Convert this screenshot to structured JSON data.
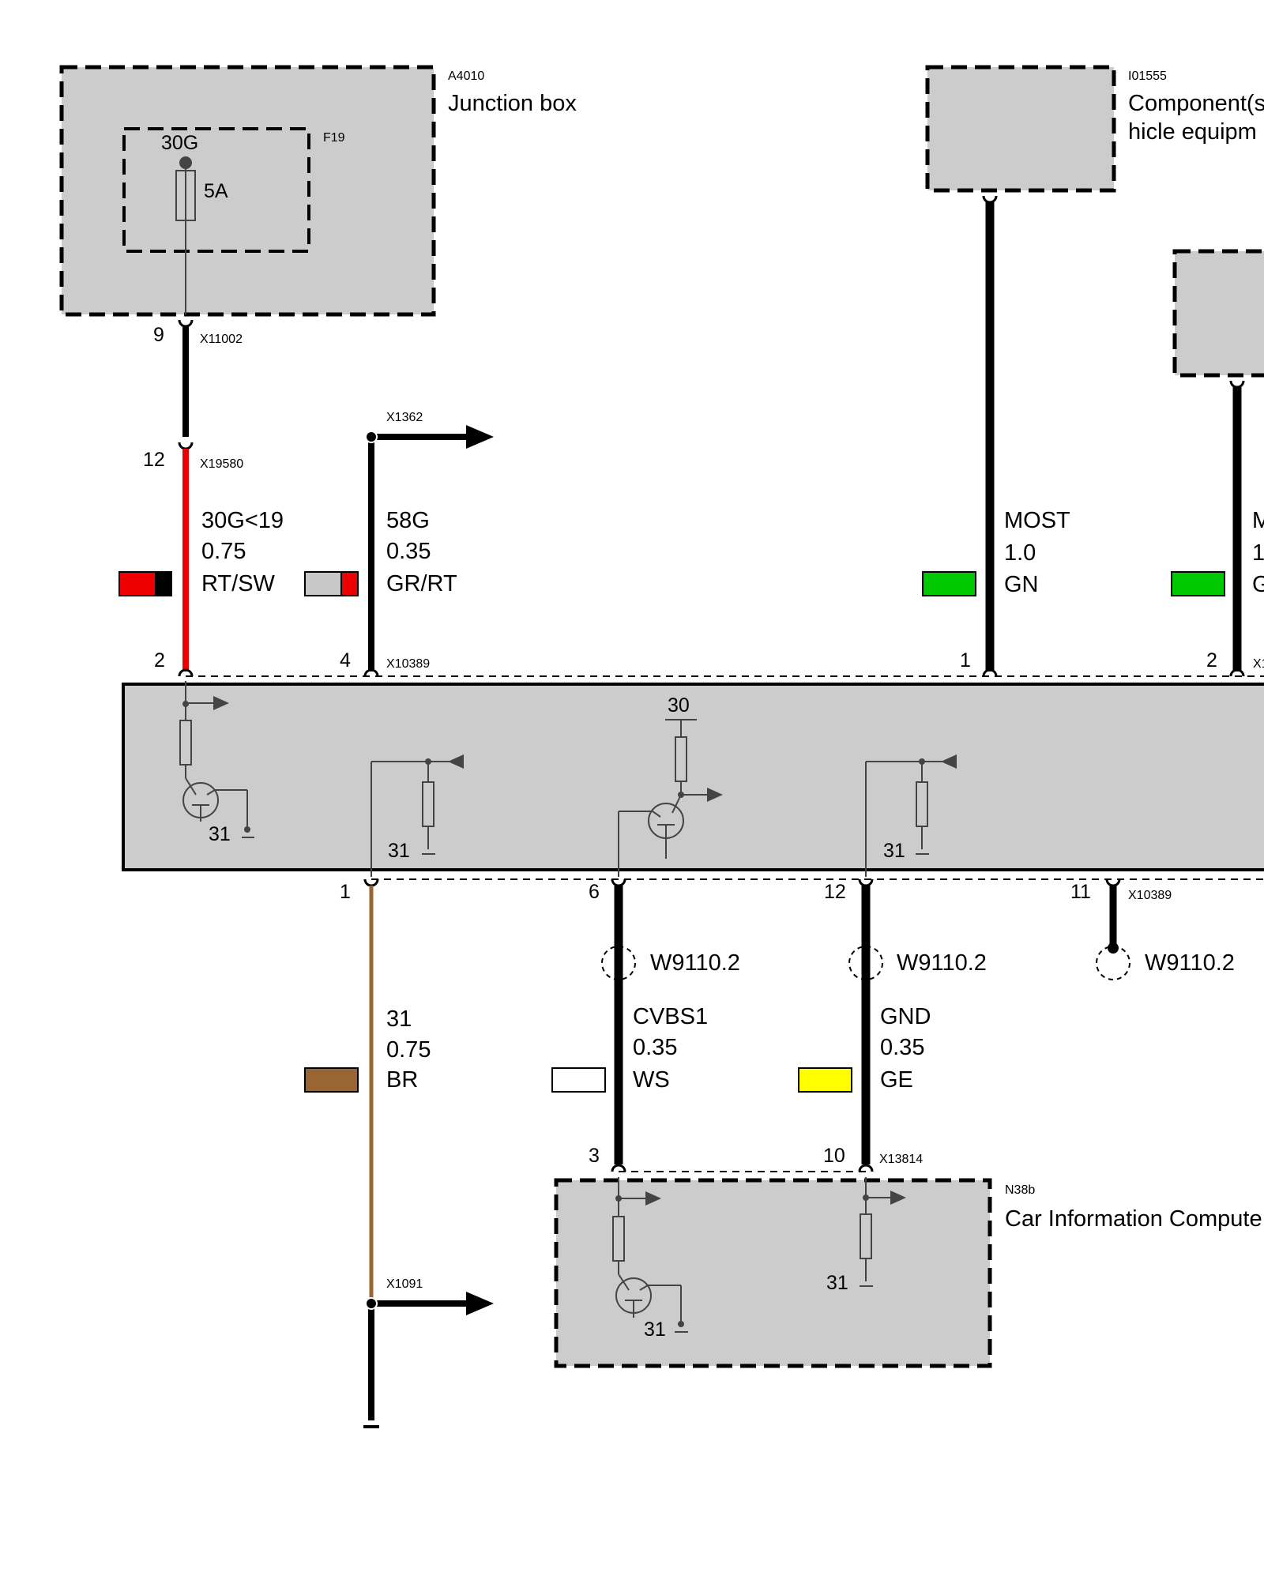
{
  "components": {
    "junction_box": {
      "id": "A4010",
      "name": "Junction box"
    },
    "fuse": {
      "id": "F19",
      "terminal": "30G",
      "rating": "5A"
    },
    "top_right": {
      "id": "I01555",
      "name_line1": "Component(s",
      "name_line2": "hicle equipm"
    },
    "cic": {
      "id": "N38b",
      "name": "Car Information Compute"
    },
    "module": {
      "supply": "30",
      "ground_1": "31",
      "ground_2": "31",
      "ground_3": "31"
    },
    "cic_grounds": {
      "ground_1": "31",
      "ground_2": "31"
    }
  },
  "connectors": {
    "x11002": {
      "id": "X11002",
      "pin": "9"
    },
    "x19580": {
      "id": "X19580",
      "pin": "12"
    },
    "x1362": {
      "id": "X1362"
    },
    "x10389_top": {
      "id": "X10389",
      "pins": [
        "2",
        "4",
        "1",
        "2"
      ],
      "cut_label": "X1"
    },
    "x10389_bottom": {
      "id": "X10389",
      "pins": [
        "1",
        "6",
        "12",
        "11"
      ]
    },
    "x13814": {
      "id": "X13814",
      "pins": [
        "3",
        "10"
      ]
    },
    "x1091": {
      "id": "X1091"
    }
  },
  "wires": [
    {
      "signal": "30G<19",
      "gauge": "0.75",
      "color_code": "RT/SW",
      "color_main": "#ee0000",
      "color_stripe": "#000000"
    },
    {
      "signal": "58G",
      "gauge": "0.35",
      "color_code": "GR/RT",
      "color_main": "#c8c8c8",
      "color_stripe": "#ee0000"
    },
    {
      "signal": "MOST",
      "gauge": "1.0",
      "color_code": "GN",
      "color_main": "#00c800"
    },
    {
      "signal": "M",
      "gauge": "1",
      "color_code": "G",
      "color_main": "#00c800"
    },
    {
      "signal": "31",
      "gauge": "0.75",
      "color_code": "BR",
      "color_main": "#996633"
    },
    {
      "signal": "CVBS1",
      "gauge": "0.35",
      "color_code": "WS",
      "color_main": "#ffffff"
    },
    {
      "signal": "GND",
      "gauge": "0.35",
      "color_code": "GE",
      "color_main": "#ffff00"
    }
  ],
  "shields": [
    {
      "label": "W9110.2"
    },
    {
      "label": "W9110.2"
    },
    {
      "label": "W9110.2"
    }
  ]
}
